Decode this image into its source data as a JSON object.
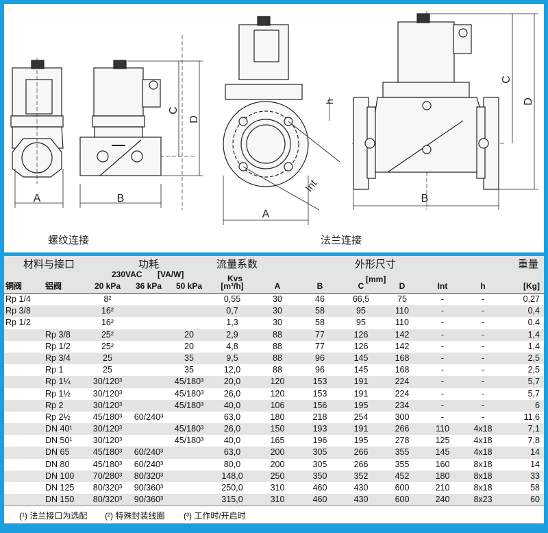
{
  "drawings": {
    "threaded": {
      "caption": "螺纹连接",
      "labels": {
        "a": "A",
        "b": "B",
        "c": "C",
        "d": "D"
      }
    },
    "flanged": {
      "caption": "法兰连接",
      "labels": {
        "a": "A",
        "b": "B",
        "c": "C",
        "d": "D",
        "int": "Int",
        "h": "h"
      }
    }
  },
  "table": {
    "groups": {
      "material": "材料与接口",
      "power": "功耗",
      "flow": "流量系数",
      "dims": "外形尺寸",
      "weight": "重量"
    },
    "subheaders": {
      "voltage": "230VAC",
      "unit_power": "[VA/W]",
      "kvs": "Kvs",
      "mm": "[mm]"
    },
    "columns": [
      "铜阀",
      "铝阀",
      "20 kPa",
      "36 kPa",
      "50 kPa",
      "[m³/h]",
      "A",
      "B",
      "C",
      "D",
      "Int",
      "h",
      "[Kg]"
    ],
    "rows": [
      [
        "Rp 1/4",
        "",
        "8²",
        "",
        "",
        "0,55",
        "30",
        "46",
        "66,5",
        "75",
        "-",
        "-",
        "0,27"
      ],
      [
        "Rp 3/8",
        "",
        "16²",
        "",
        "",
        "0,7",
        "30",
        "58",
        "95",
        "110",
        "-",
        "-",
        "0,4"
      ],
      [
        "Rp 1/2",
        "",
        "16²",
        "",
        "",
        "1,3",
        "30",
        "58",
        "95",
        "110",
        "-",
        "-",
        "0,4"
      ],
      [
        "",
        "Rp 3/8",
        "25²",
        "",
        "20",
        "2,9",
        "88",
        "77",
        "126",
        "142",
        "-",
        "-",
        "1,4"
      ],
      [
        "",
        "Rp 1/2",
        "25²",
        "",
        "20",
        "4,8",
        "88",
        "77",
        "126",
        "142",
        "-",
        "-",
        "1,4"
      ],
      [
        "",
        "Rp 3/4",
        "25",
        "",
        "35",
        "9,5",
        "88",
        "96",
        "145",
        "168",
        "-",
        "-",
        "2,5"
      ],
      [
        "",
        "Rp 1",
        "25",
        "",
        "35",
        "12,0",
        "88",
        "96",
        "145",
        "168",
        "-",
        "-",
        "2,5"
      ],
      [
        "",
        "Rp 1¼",
        "30/120³",
        "",
        "45/180³",
        "20,0",
        "120",
        "153",
        "191",
        "224",
        "-",
        "-",
        "5,7"
      ],
      [
        "",
        "Rp 1½",
        "30/120³",
        "",
        "45/180³",
        "26,0",
        "120",
        "153",
        "191",
        "224",
        "-",
        "-",
        "5,7"
      ],
      [
        "",
        "Rp 2",
        "30/120³",
        "",
        "45/180³",
        "40,0",
        "106",
        "156",
        "195",
        "234",
        "-",
        "-",
        "6"
      ],
      [
        "",
        "Rp 2½",
        "45/180³",
        "60/240³",
        "",
        "63,0",
        "180",
        "218",
        "254",
        "300",
        "-",
        "-",
        "11,6"
      ],
      [
        "",
        "DN 40¹",
        "30/120³",
        "",
        "45/180³",
        "26,0",
        "150",
        "193",
        "191",
        "266",
        "110",
        "4x18",
        "7,1"
      ],
      [
        "",
        "DN 50¹",
        "30/120³",
        "",
        "45/180³",
        "40,0",
        "165",
        "196",
        "195",
        "278",
        "125",
        "4x18",
        "7,8"
      ],
      [
        "",
        "DN 65",
        "45/180³",
        "60/240³",
        "",
        "63,0",
        "200",
        "305",
        "266",
        "355",
        "145",
        "4x18",
        "14"
      ],
      [
        "",
        "DN 80",
        "45/180³",
        "60/240³",
        "",
        "80,0",
        "200",
        "305",
        "266",
        "355",
        "160",
        "8x18",
        "14"
      ],
      [
        "",
        "DN 100",
        "70/280³",
        "80/320³",
        "",
        "148,0",
        "250",
        "350",
        "352",
        "452",
        "180",
        "8x18",
        "33"
      ],
      [
        "",
        "DN 125",
        "80/320³",
        "90/360³",
        "",
        "250,0",
        "310",
        "460",
        "430",
        "600",
        "210",
        "8x18",
        "58"
      ],
      [
        "",
        "DN 150",
        "80/320³",
        "90/360³",
        "",
        "315,0",
        "310",
        "460",
        "430",
        "600",
        "240",
        "8x23",
        "60"
      ]
    ],
    "footnotes": [
      "(¹) 法兰接口为选配",
      "(²) 特殊封装线圈",
      "(³) 工作时/开启时"
    ]
  }
}
